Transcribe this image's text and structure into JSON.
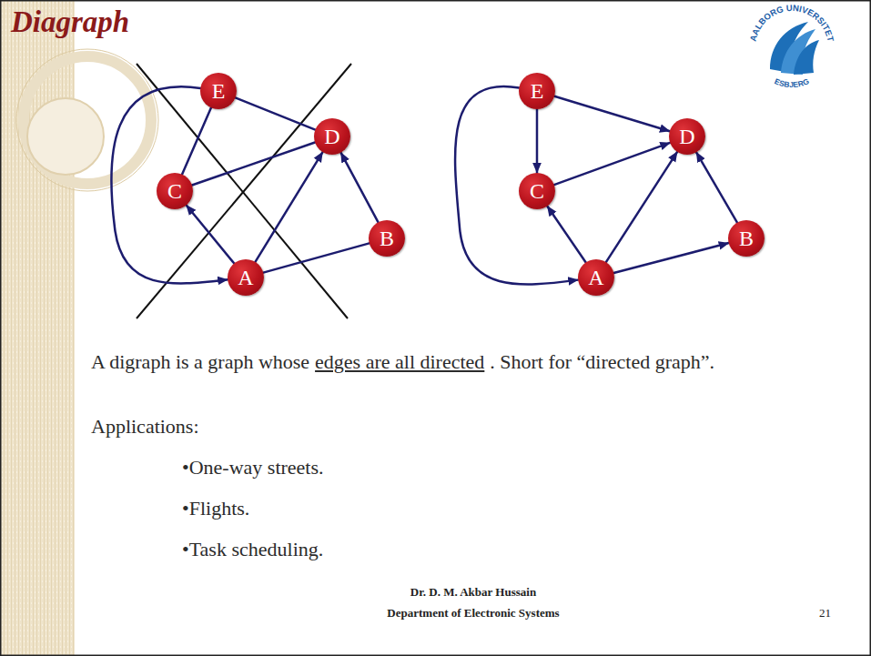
{
  "diagram": {
    "title": "Diagraph",
    "nodes": [
      {
        "text": [
          "E"
        ]
      },
      {
        "text": [
          "D"
        ]
      },
      {
        "text": [
          "C"
        ]
      },
      {
        "text": [
          "B"
        ]
      },
      {
        "text": [
          "A"
        ]
      },
      {
        "text": [
          "E"
        ]
      },
      {
        "text": [
          "D"
        ]
      },
      {
        "text": [
          "C"
        ]
      },
      {
        "text": [
          "B"
        ]
      },
      {
        "text": [
          "A"
        ]
      }
    ],
    "edges": [
      {
        "from": 0,
        "to": 1,
        "arrow": "none"
      },
      {
        "from": 2,
        "to": 0,
        "arrow": "none"
      },
      {
        "from": 2,
        "to": 1,
        "arrow": "none"
      },
      {
        "from": 4,
        "to": 2,
        "arrow": "to"
      },
      {
        "from": 4,
        "to": 1,
        "arrow": "to"
      },
      {
        "from": 3,
        "to": 1,
        "arrow": "to"
      },
      {
        "from": 4,
        "to": 3,
        "arrow": "none"
      },
      {
        "from": 0,
        "to": 4,
        "arrow": "to"
      },
      {
        "from": 5,
        "to": 6,
        "arrow": "to"
      },
      {
        "from": 5,
        "to": 7,
        "arrow": "to"
      },
      {
        "from": 7,
        "to": 6,
        "arrow": "to"
      },
      {
        "from": 9,
        "to": 7,
        "arrow": "to"
      },
      {
        "from": 9,
        "to": 6,
        "arrow": "to"
      },
      {
        "from": 8,
        "to": 6,
        "arrow": "to"
      },
      {
        "from": 9,
        "to": 8,
        "arrow": "to"
      },
      {
        "from": 5,
        "to": 9,
        "arrow": "to"
      }
    ],
    "labels": [
      "A digraph is a graph whose",
      "edges are all directed",
      ". Short for “directed graph”.",
      "Applications:",
      "•One-way streets.",
      "•Flights.",
      "•Task scheduling.",
      "Dr. D. M. Akbar Hussain",
      "Department of Electronic Systems",
      "21",
      "AALBORG UNIVERSITET",
      "ESBJERG"
    ]
  }
}
